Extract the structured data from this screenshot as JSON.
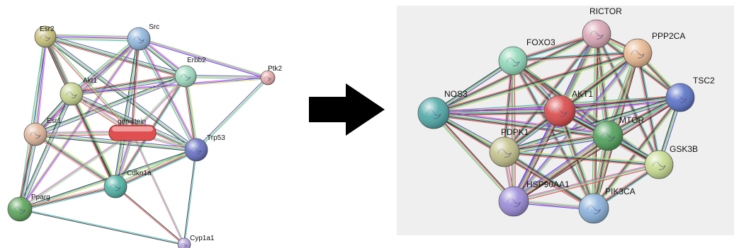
{
  "left_network": {
    "nodes": [
      {
        "id": "esr2",
        "label": "Esr2",
        "color": "#c8c27a"
      },
      {
        "id": "src",
        "label": "Src",
        "color": "#8fb6dc"
      },
      {
        "id": "erbb2",
        "label": "Erbb2",
        "color": "#9fdcc0"
      },
      {
        "id": "ptk2",
        "label": "Ptk2",
        "color": "#e8a9a9"
      },
      {
        "id": "akt1",
        "label": "Akt1",
        "color": "#c6d48e"
      },
      {
        "id": "esr1",
        "label": "Esr1",
        "color": "#e0b69a"
      },
      {
        "id": "genistein",
        "label": "genistein",
        "color": "#e05050"
      },
      {
        "id": "trp53",
        "label": "Trp53",
        "color": "#6670c2"
      },
      {
        "id": "cdkn1a",
        "label": "Cdkn1a",
        "color": "#4fb3a4"
      },
      {
        "id": "pparg",
        "label": "Pparg",
        "color": "#5aa35a"
      },
      {
        "id": "cyp1a1",
        "label": "Cyp1a1",
        "color": "#b7a6e0"
      }
    ]
  },
  "right_network": {
    "background": "#efefef",
    "nodes": [
      {
        "id": "rictor",
        "label": "RICTOR",
        "color": "#d9a6b4"
      },
      {
        "id": "foxo3",
        "label": "FOXO3",
        "color": "#8fd8b8"
      },
      {
        "id": "ppp2ca",
        "label": "PPP2CA",
        "color": "#e8b890"
      },
      {
        "id": "tsc2",
        "label": "TSC2",
        "color": "#5a72c8"
      },
      {
        "id": "nos3",
        "label": "NOS3",
        "color": "#4fa8a8"
      },
      {
        "id": "akt1",
        "label": "AKT1",
        "color": "#d94848"
      },
      {
        "id": "mtor",
        "label": "MTOR",
        "color": "#4f9f5a"
      },
      {
        "id": "pdpk1",
        "label": "PDPK1",
        "color": "#c2c08a"
      },
      {
        "id": "gsk3b",
        "label": "GSK3B",
        "color": "#c8dc90"
      },
      {
        "id": "hsp90aa1",
        "label": "HSP90AA1",
        "color": "#9a8ad8"
      },
      {
        "id": "pik3ca",
        "label": "PIK3CA",
        "color": "#8ab2dc"
      }
    ]
  },
  "arrow_color": "#000000"
}
